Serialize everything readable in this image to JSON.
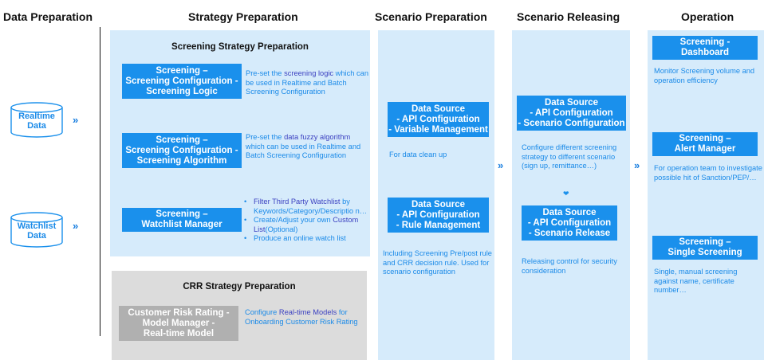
{
  "stages": {
    "data_prep": "Data Preparation",
    "strategy_prep": "Strategy Preparation",
    "scenario_prep": "Scenario Preparation",
    "scenario_release": "Scenario Releasing",
    "operation": "Operation"
  },
  "data_sources": {
    "realtime": [
      "Realtime",
      "Data"
    ],
    "watchlist": [
      "Watchlist",
      "Data"
    ]
  },
  "screening_strategy": {
    "title": "Screening Strategy Preparation",
    "items": [
      {
        "box": [
          "Screening –",
          "Screening Configuration -",
          "Screening Logic"
        ],
        "desc_pre": "Pre-set the ",
        "desc_hl": "screening logic",
        "desc_post": " which can be used in Realtime and Batch Screening Configuration"
      },
      {
        "box": [
          "Screening –",
          "Screening Configuration -",
          "Screening Algorithm"
        ],
        "desc_pre": "Pre-set the ",
        "desc_hl": "data fuzzy algorithm",
        "desc_post": " which can be used in Realtime and Batch Screening Configuration"
      },
      {
        "box": [
          "Screening –",
          "Watchlist Manager"
        ],
        "bullets": {
          "b1_hl": "Filter Third Party Watchlist",
          "b1_post": " by Keywords/Category/Descriptio n…",
          "b2_pre": "Create/Adjust your own ",
          "b2_hl": "Custom List",
          "b2_post": "(Optional)",
          "b3": "Produce an online watch list"
        }
      }
    ]
  },
  "crr_strategy": {
    "title": "CRR Strategy Preparation",
    "box": [
      "Customer Risk Rating -",
      "Model Manager -",
      "Real-time Model"
    ],
    "desc_pre": "Configure ",
    "desc_hl": "Real-time Models",
    "desc_post": " for Onboarding Customer Risk Rating"
  },
  "scenario_prep": {
    "box1": [
      "Data Source",
      "- API Configuration",
      "- Variable Management"
    ],
    "desc1": "For data clean up",
    "box2": [
      "Data Source",
      "- API Configuration",
      "- Rule Management"
    ],
    "desc2": "Including Screening Pre/post rule and CRR decision rule. Used for scenario configuration"
  },
  "scenario_release": {
    "box1": [
      "Data Source",
      "- API Configuration",
      "- Scenario Configuration"
    ],
    "desc1": "Configure different screening strategy to different scenario (sign up, remittance…)",
    "box2": [
      "Data Source",
      "- API Configuration",
      "- Scenario Release"
    ],
    "desc2": "Releasing control for security consideration"
  },
  "operation": {
    "items": [
      {
        "box": [
          "Screening -",
          "Dashboard"
        ],
        "desc": "Monitor Screening volume and operation efficiency"
      },
      {
        "box": [
          "Screening –",
          "Alert Manager"
        ],
        "desc": "For operation team to investigate possible hit of Sanction/PEP/…"
      },
      {
        "box": [
          "Screening –",
          "Single Screening"
        ],
        "desc": "Single, manual screening against name, certificate number…"
      }
    ]
  },
  "icons": {
    "chevron": "»",
    "down_arrow": "❤"
  },
  "colors": {
    "accent_blue": "#1a90ec",
    "panel_blue": "#d6ebfb",
    "panel_gray": "#dcdcdc",
    "box_gray": "#b0b0b0",
    "highlight_text": "#3a3fc0"
  }
}
